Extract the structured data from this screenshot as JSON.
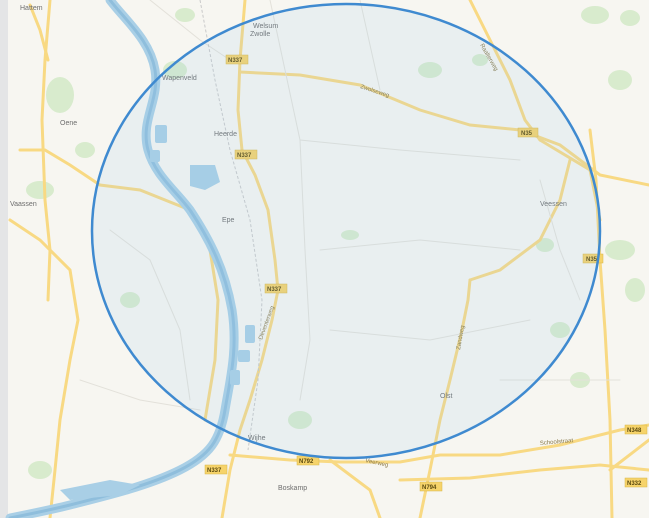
{
  "map": {
    "places": [
      {
        "id": "hattem",
        "label": "Hattem"
      },
      {
        "id": "heerde",
        "label": "Heerde"
      },
      {
        "id": "wapenveld",
        "label": "Wapenveld"
      },
      {
        "id": "epe",
        "label": "Epe"
      },
      {
        "id": "vaassen",
        "label": "Vaassen"
      },
      {
        "id": "zwolle",
        "label": "Zwolle"
      },
      {
        "id": "oene",
        "label": "Oene"
      },
      {
        "id": "veessen",
        "label": "Veessen"
      },
      {
        "id": "olst",
        "label": "Olst"
      },
      {
        "id": "wijhe",
        "label": "Wijhe"
      },
      {
        "id": "boskamp",
        "label": "Boskamp"
      },
      {
        "id": "welsum",
        "label": "Welsum"
      }
    ],
    "shields": [
      {
        "id": "n337-top",
        "label": "N337"
      },
      {
        "id": "n337-mid",
        "label": "N337"
      },
      {
        "id": "n337-low",
        "label": "N337"
      },
      {
        "id": "n337-bottom",
        "label": "N337"
      },
      {
        "id": "n35-a",
        "label": "N35"
      },
      {
        "id": "n35-b",
        "label": "N35"
      },
      {
        "id": "n348",
        "label": "N348"
      },
      {
        "id": "n792",
        "label": "N792"
      },
      {
        "id": "n794",
        "label": "N794"
      },
      {
        "id": "n332",
        "label": "N332"
      }
    ],
    "road_labels": [
      {
        "id": "rl-1",
        "label": "Zwolseweg"
      },
      {
        "id": "rl-2",
        "label": "Raalterweg"
      },
      {
        "id": "rl-3",
        "label": "Deventerweg"
      },
      {
        "id": "rl-4",
        "label": "Zandweg"
      },
      {
        "id": "rl-5",
        "label": "Veerweg"
      },
      {
        "id": "rl-6",
        "label": "Schoolstraat"
      }
    ],
    "colors": {
      "land": "#f7f6f1",
      "water": "#a9cfe6",
      "water_dark": "#8fbedc",
      "green": "#d8ebcd",
      "road_major": "#f8d983",
      "road_minor": "#ffffff",
      "circle_stroke": "#3f8ad0",
      "circle_fill": "#9cc7ee"
    }
  }
}
